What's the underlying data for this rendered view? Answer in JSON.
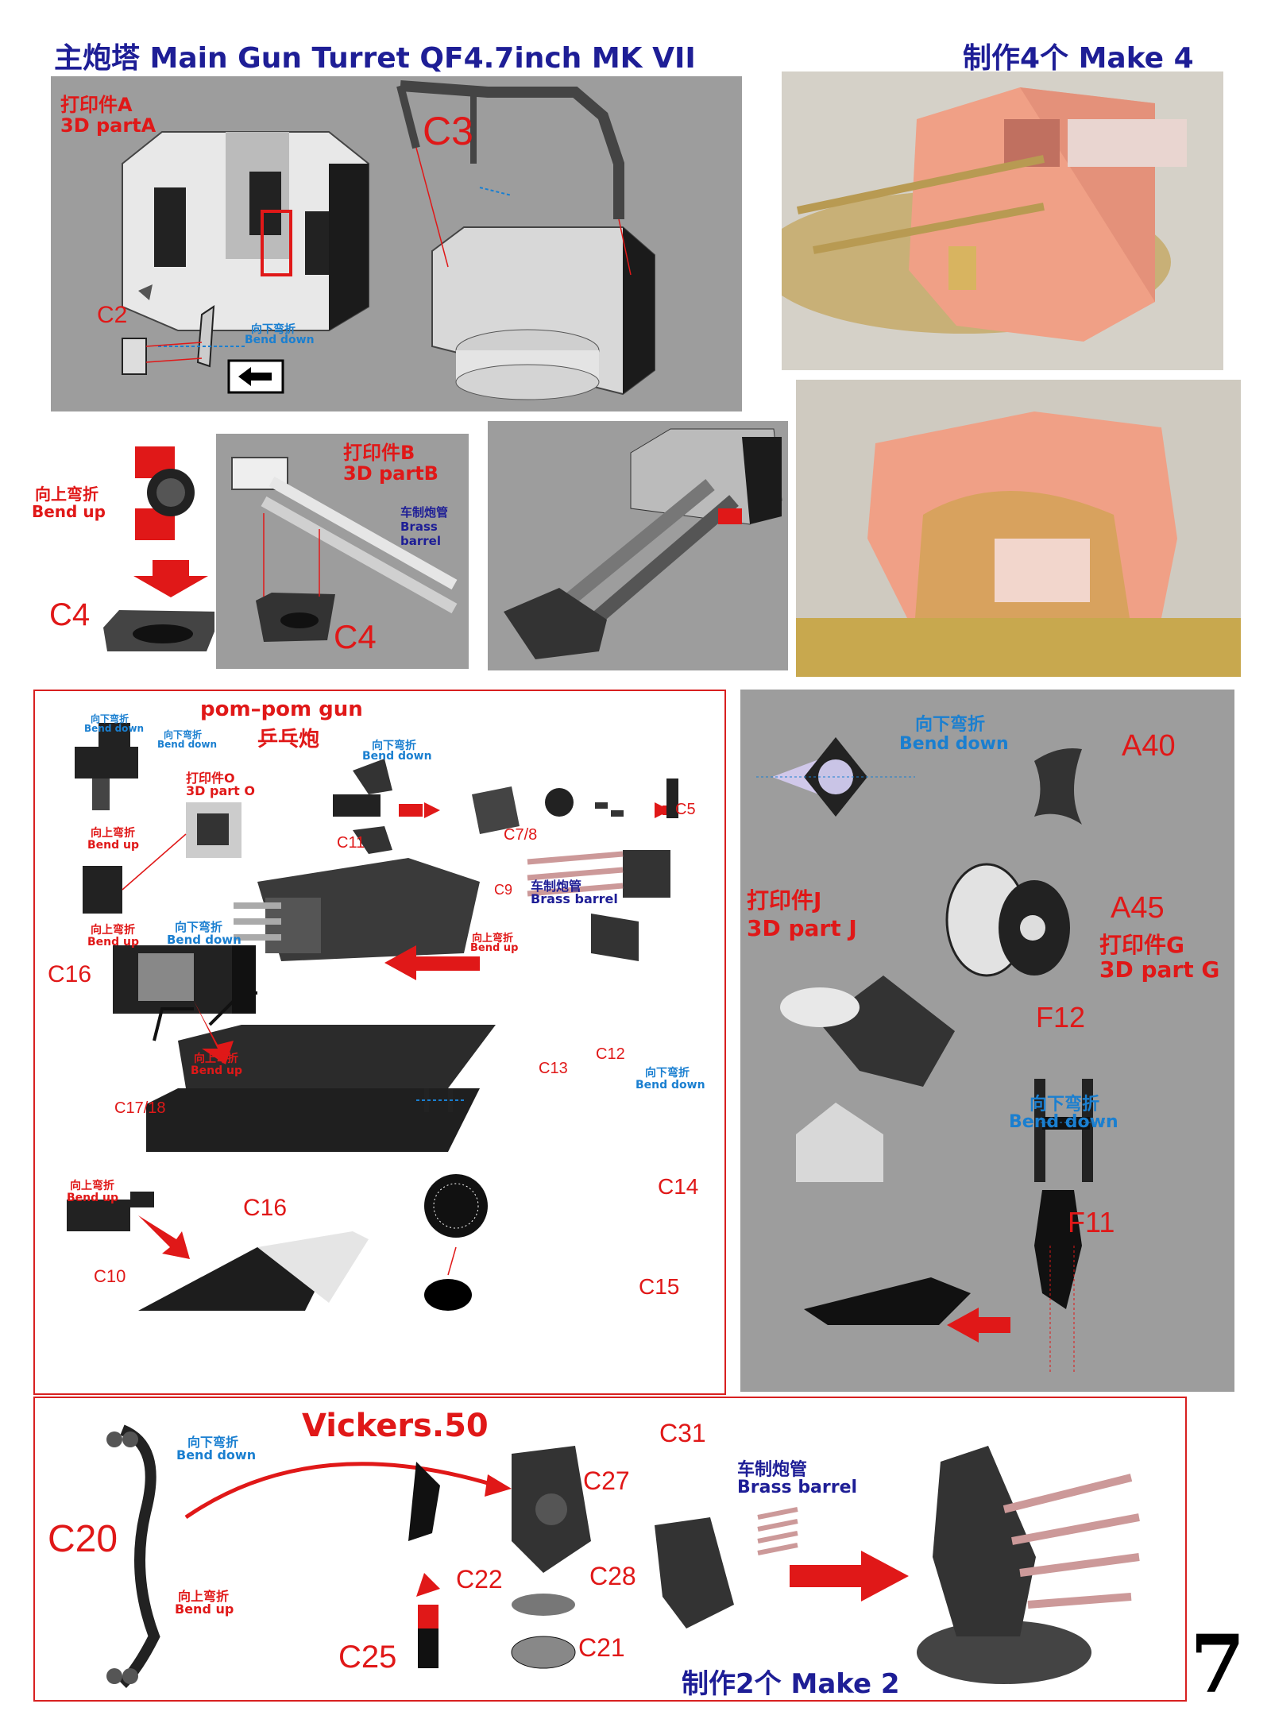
{
  "page": {
    "title": "主炮塔 Main Gun Turret QF4.7inch MK VII",
    "make_top": "制作4个 Make 4",
    "page_number": "7"
  },
  "turret": {
    "print_a_cn": "打印件A",
    "print_a_en": "3D partA",
    "c3": "C3",
    "c2": "C2",
    "bend_down_cn": "向下弯折",
    "bend_down_en": "Bend down",
    "bend_up_cn": "向上弯折",
    "bend_up_en": "Bend up",
    "c4_left": "C4",
    "c4_mid": "C4",
    "print_b_cn": "打印件B",
    "print_b_en": "3D partB",
    "brass_cn": "车制炮管",
    "brass_en": "Brass barrel"
  },
  "pompom": {
    "title_en": "pom–pom gun",
    "title_cn": "乒乓炮",
    "bend_down_cn": "向下弯折",
    "bend_down_en": "Bend down",
    "bend_up_cn": "向上弯折",
    "bend_up_en": "Bend up",
    "print_o_cn": "打印件O",
    "print_o_en": "3D part O",
    "c11": "C11",
    "c78": "C7/8",
    "c5": "C5",
    "c9": "C9",
    "brass_cn": "车制炮管",
    "brass_en": "Brass barrel",
    "c16a": "C16",
    "c16b": "C16",
    "c1718": "C17/18",
    "c13": "C13",
    "c12": "C12",
    "c14": "C14",
    "c15": "C15",
    "c10": "C10"
  },
  "searchlight": {
    "bend_down_cn": "向下弯折",
    "bend_down_en": "Bend down",
    "a40": "A40",
    "a45": "A45",
    "print_j_cn": "打印件J",
    "print_j_en": "3D part J",
    "print_g_cn": "打印件G",
    "print_g_en": "3D part G",
    "f12": "F12",
    "f11": "F11"
  },
  "vickers": {
    "title": "Vickers.50",
    "bend_down_cn": "向下弯折",
    "bend_down_en": "Bend down",
    "bend_up_cn": "向上弯折",
    "bend_up_en": "Bend up",
    "c20": "C20",
    "c31": "C31",
    "c27": "C27",
    "c22": "C22",
    "c28": "C28",
    "c21": "C21",
    "c25": "C25",
    "brass_cn": "车制炮管",
    "brass_en": "Brass barrel",
    "make": "制作2个 Make 2"
  },
  "colors": {
    "accent_red": "#e01818",
    "bend_blue": "#1a7fd0",
    "title_navy": "#1e1e96",
    "panel_gray": "#9d9d9d"
  }
}
